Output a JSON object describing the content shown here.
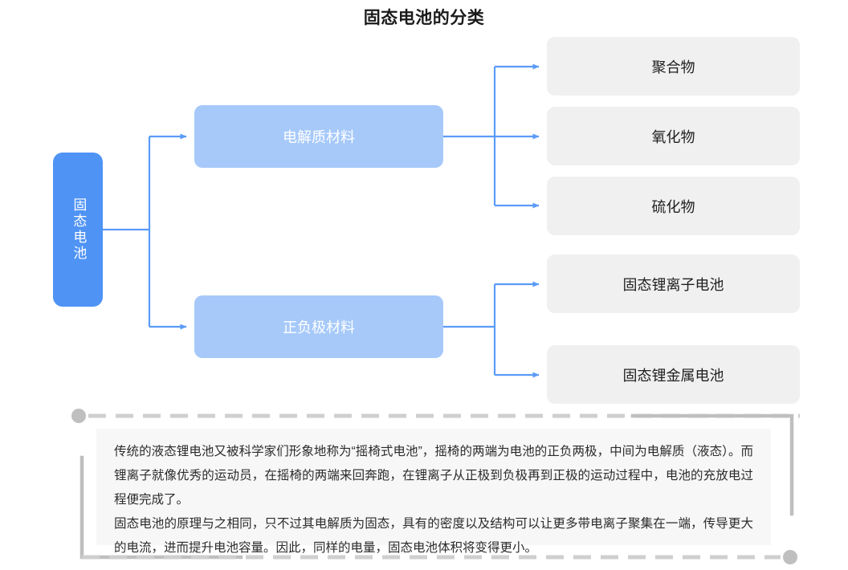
{
  "page": {
    "title": "固态电池的分类"
  },
  "colors": {
    "root_node": "#4F93F5",
    "mid_node": "#A6C9FA",
    "leaf_node": "#F0F0F0",
    "connector": "#5B9BF8",
    "frame": "#BFBFBF",
    "note_background": "#F7F7F7"
  },
  "diagram": {
    "type": "tree",
    "root": {
      "label": "固态电池"
    },
    "branches": [
      {
        "label": "电解质材料",
        "children": [
          {
            "label": "聚合物"
          },
          {
            "label": "氧化物"
          },
          {
            "label": "硫化物"
          }
        ]
      },
      {
        "label": "正负极材料",
        "children": [
          {
            "label": "固态锂离子电池"
          },
          {
            "label": "固态锂金属电池"
          }
        ]
      }
    ]
  },
  "note": {
    "paragraphs": [
      "传统的液态锂电池又被科学家们形象地称为“摇椅式电池”，摇椅的两端为电池的正负两极，中间为电解质（液态）。而锂离子就像优秀的运动员，在摇椅的两端来回奔跑，在锂离子从正极到负极再到正极的运动过程中，电池的充放电过程便完成了。",
      "固态电池的原理与之相同，只不过其电解质为固态，具有的密度以及结构可以让更多带电离子聚集在一端，传导更大的电流，进而提升电池容量。因此，同样的电量，固态电池体积将变得更小。"
    ]
  }
}
